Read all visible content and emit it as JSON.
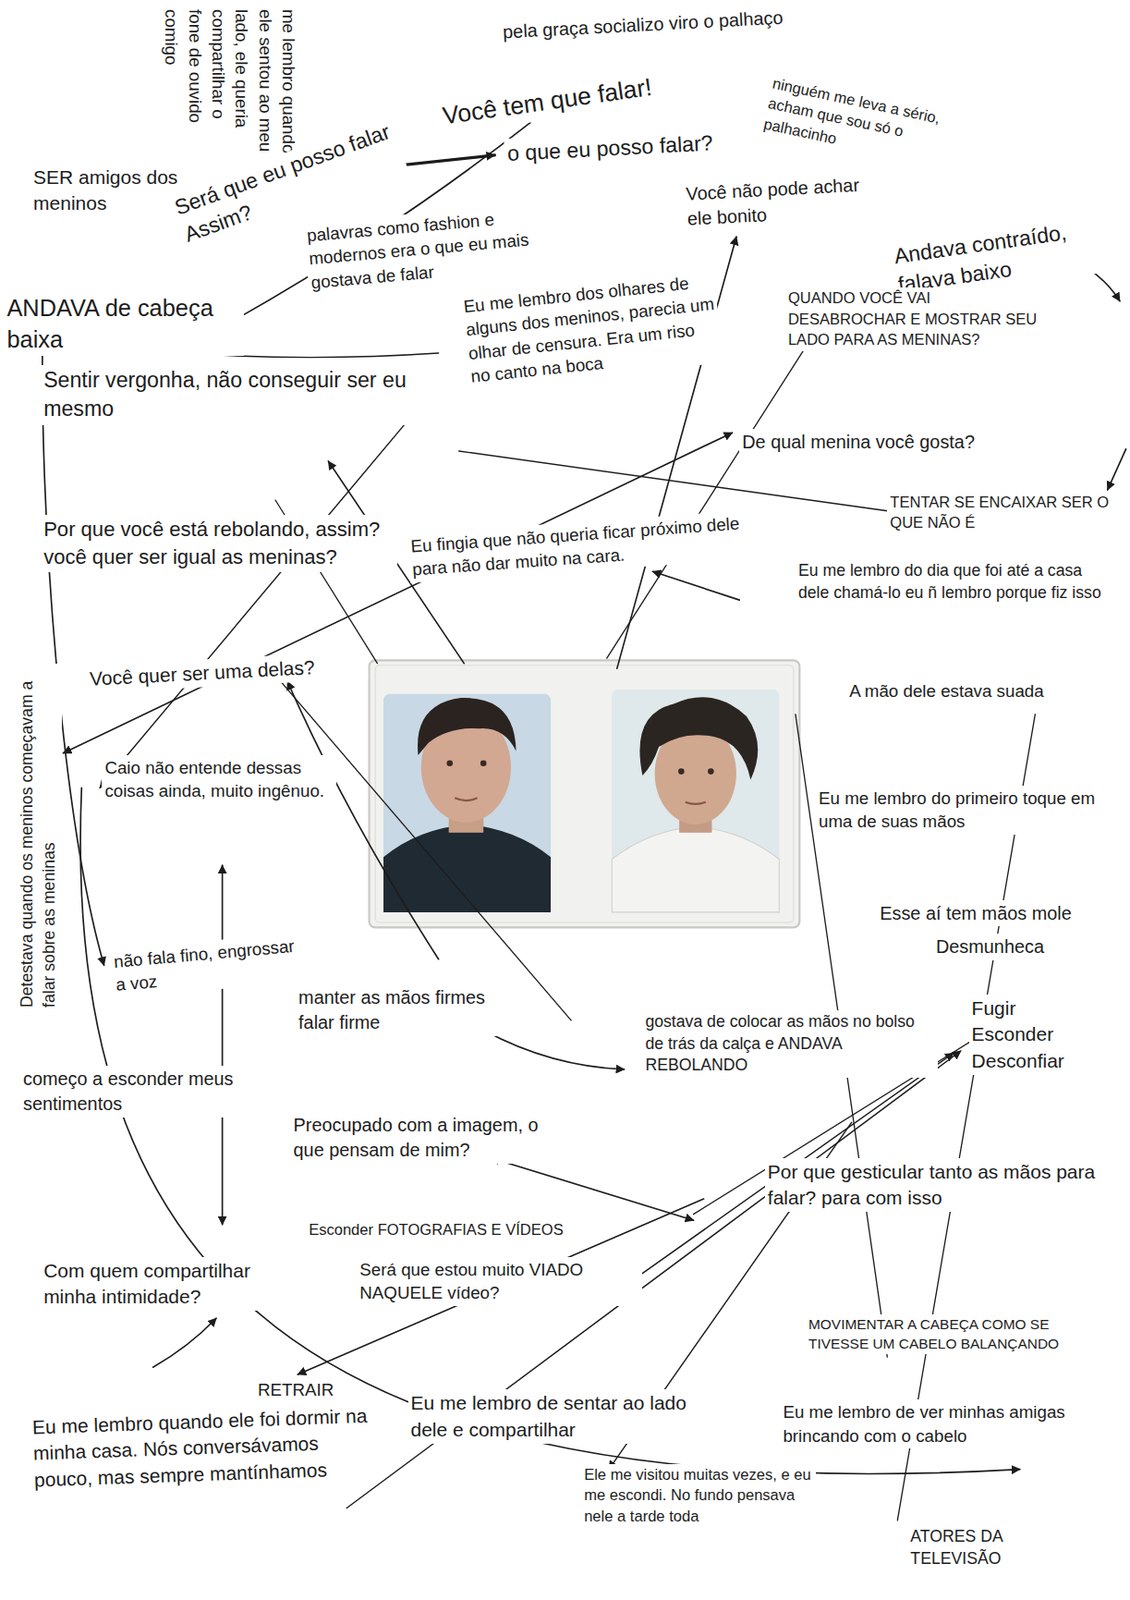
{
  "diagram": {
    "labels": [
      "me lembro quando ele sentou ao meu lado, ele queria compartilhar o fone de ouvido comigo",
      "pela graça socializo viro o palhaço",
      "Você tem que falar!",
      "SER amigos dos meninos",
      "Será que eu posso falar Assim?",
      "o que eu posso falar?",
      "ninguém me leva a sério, acham que sou só o palhacinho",
      "Você não pode achar ele bonito",
      "Andava contraído, falava baixo",
      "ANDAVA de cabeça baixa",
      "palavras como fashion e modernos era o que eu mais gostava de falar",
      "Eu me lembro dos olhares de alguns dos meninos, parecia um olhar de censura. Era um riso no canto na boca",
      "QUANDO VOCÊ VAI DESABROCHAR E MOSTRAR SEU LADO PARA AS MENINAS?",
      "Sentir vergonha, não conseguir ser eu mesmo",
      "De qual menina você gosta?",
      "TENTAR SE ENCAIXAR SER O QUE NÃO É",
      "Por que você está rebolando, assim? você quer ser igual as meninas?",
      "Eu fingia que não queria ficar próximo dele para não dar muito na cara.",
      "Eu me lembro do dia que foi até a casa dele chamá-lo eu ñ lembro porque fiz isso",
      "Você quer ser uma delas?",
      "A mão dele estava suada",
      "Caio não entende dessas coisas ainda, muito ingênuo.",
      "Eu me lembro do primeiro toque em uma de suas mãos",
      "Esse aí tem mãos mole",
      "Desmunheca",
      "Detestava quando os meninos começavam a falar sobre as meninas",
      "não fala fino, engrossar a voz",
      "manter as mãos firmes falar firme",
      "gostava de colocar as mãos no bolso de trás da calça e ANDAVA REBOLANDO",
      "Fugir Esconder Desconfiar",
      "começo a esconder meus sentimentos",
      "Preocupado com a imagem, o que pensam de mim?",
      "Por que gesticular tanto as mãos para falar? para com isso",
      "Esconder FOTOGRAFIAS E VÍDEOS",
      "Será que estou muito VIADO NAQUELE vídeo?",
      "Com quem compartilhar minha intimidade?",
      "MOVIMENTAR A CABEÇA COMO SE TIVESSE UM CABELO BALANÇANDO",
      "RETRAIR",
      "Eu me lembro de sentar ao lado dele e compartilhar",
      "Eu me lembro de ver minhas amigas brincando com o cabelo",
      "Eu me lembro quando ele foi dormir na minha casa. Nós conversávamos pouco, mas sempre mantínhamos",
      "Ele me visitou muitas vezes, e eu me escondi. No fundo pensava nele a tarde toda",
      "ATORES DA TELEVISÃO"
    ]
  }
}
